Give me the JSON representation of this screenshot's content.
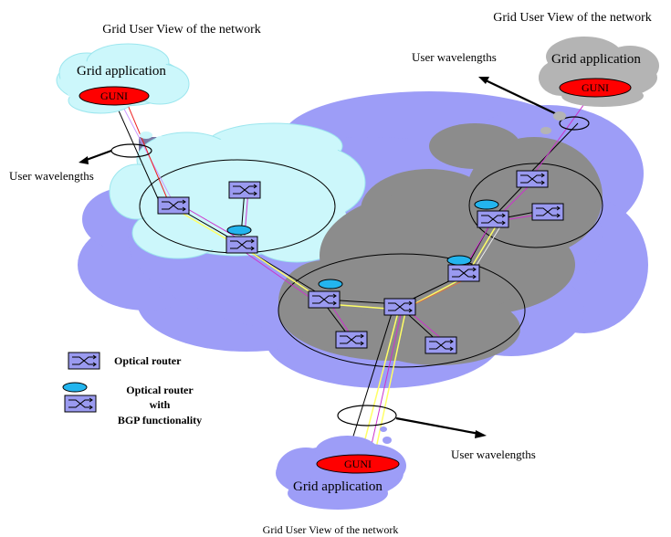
{
  "labels": {
    "view_left": "Grid User View of the network",
    "view_right": "Grid User View of the network",
    "view_bottom": "Grid User View of the network",
    "app_left": "Grid application",
    "app_right": "Grid application",
    "app_bottom": "Grid application",
    "guni": "GUNI",
    "wavelengths_left": "User wavelengths",
    "wavelengths_right": "User wavelengths",
    "wavelengths_bottom": "User wavelengths"
  },
  "legend": {
    "optical_router": "Optical router",
    "bgp_line1": "Optical router",
    "bgp_line2": "with",
    "bgp_line3": "BGP functionality"
  },
  "colors": {
    "network_blue": "#9d9df7",
    "cyan_cloud": "#ccf7fb",
    "gray_cloud": "#8c8c8c",
    "gray_cloud_light": "#b4b4b4",
    "router_fill": "#9a9af0",
    "bgp_disk": "#23b5ee",
    "guni_red": "#ff0000",
    "link_yellow": "#ffff66",
    "link_magenta": "#cc33cc",
    "link_red": "#ee2222"
  }
}
